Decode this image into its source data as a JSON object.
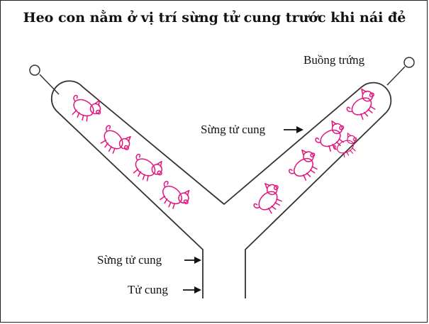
{
  "title": "Heo con nằm ở vị trí sừng tử cung trước khi nái đẻ",
  "labels": {
    "ovary": "Buồng trứng",
    "horn_right": "Sừng tử cung",
    "horn_body": "Sừng tử cung",
    "uterus": "Tử cung"
  },
  "colors": {
    "piglet": "#e0157d",
    "outline": "#333333"
  },
  "piglet_count": {
    "left_horn": 4,
    "right_horn": 5
  }
}
